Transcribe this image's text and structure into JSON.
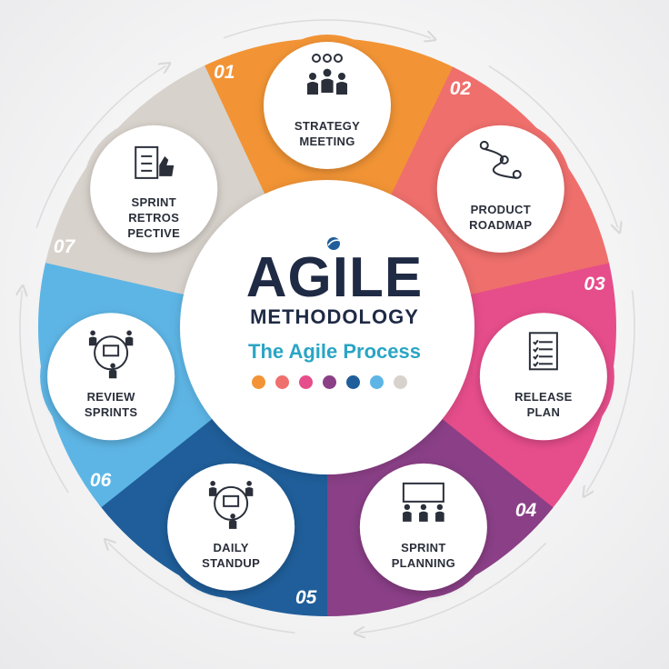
{
  "center": {
    "title": "AGILE",
    "subtitle": "METHODOLOGY",
    "tagline": "The Agile Process",
    "dot_colors": [
      "#f29435",
      "#ef6f6c",
      "#e64d8b",
      "#8a3f86",
      "#1f5e9a",
      "#5db5e5",
      "#d8d2cc"
    ]
  },
  "steps": [
    {
      "number": "01",
      "label": "STRATEGY\nMEETING",
      "icon": "team-gears-icon",
      "color": "#f29435"
    },
    {
      "number": "02",
      "label": "PRODUCT\nROADMAP",
      "icon": "roadmap-pins-icon",
      "color": "#ef6f6c"
    },
    {
      "number": "03",
      "label": "RELEASE\nPLAN",
      "icon": "checklist-document-icon",
      "color": "#e64d8b"
    },
    {
      "number": "04",
      "label": "SPRINT\nPLANNING",
      "icon": "presentation-board-icon",
      "color": "#8a3f86"
    },
    {
      "number": "05",
      "label": "DAILY\nSTANDUP",
      "icon": "meeting-cycle-icon",
      "color": "#1f5e9a"
    },
    {
      "number": "06",
      "label": "REVIEW\nSPRINTS",
      "icon": "review-cycle-icon",
      "color": "#5db5e5"
    },
    {
      "number": "07",
      "label": "SPRINT\nRETROS\nPECTIVE",
      "icon": "clipboard-thumbs-up-icon",
      "color": "#d8d2cc"
    }
  ]
}
